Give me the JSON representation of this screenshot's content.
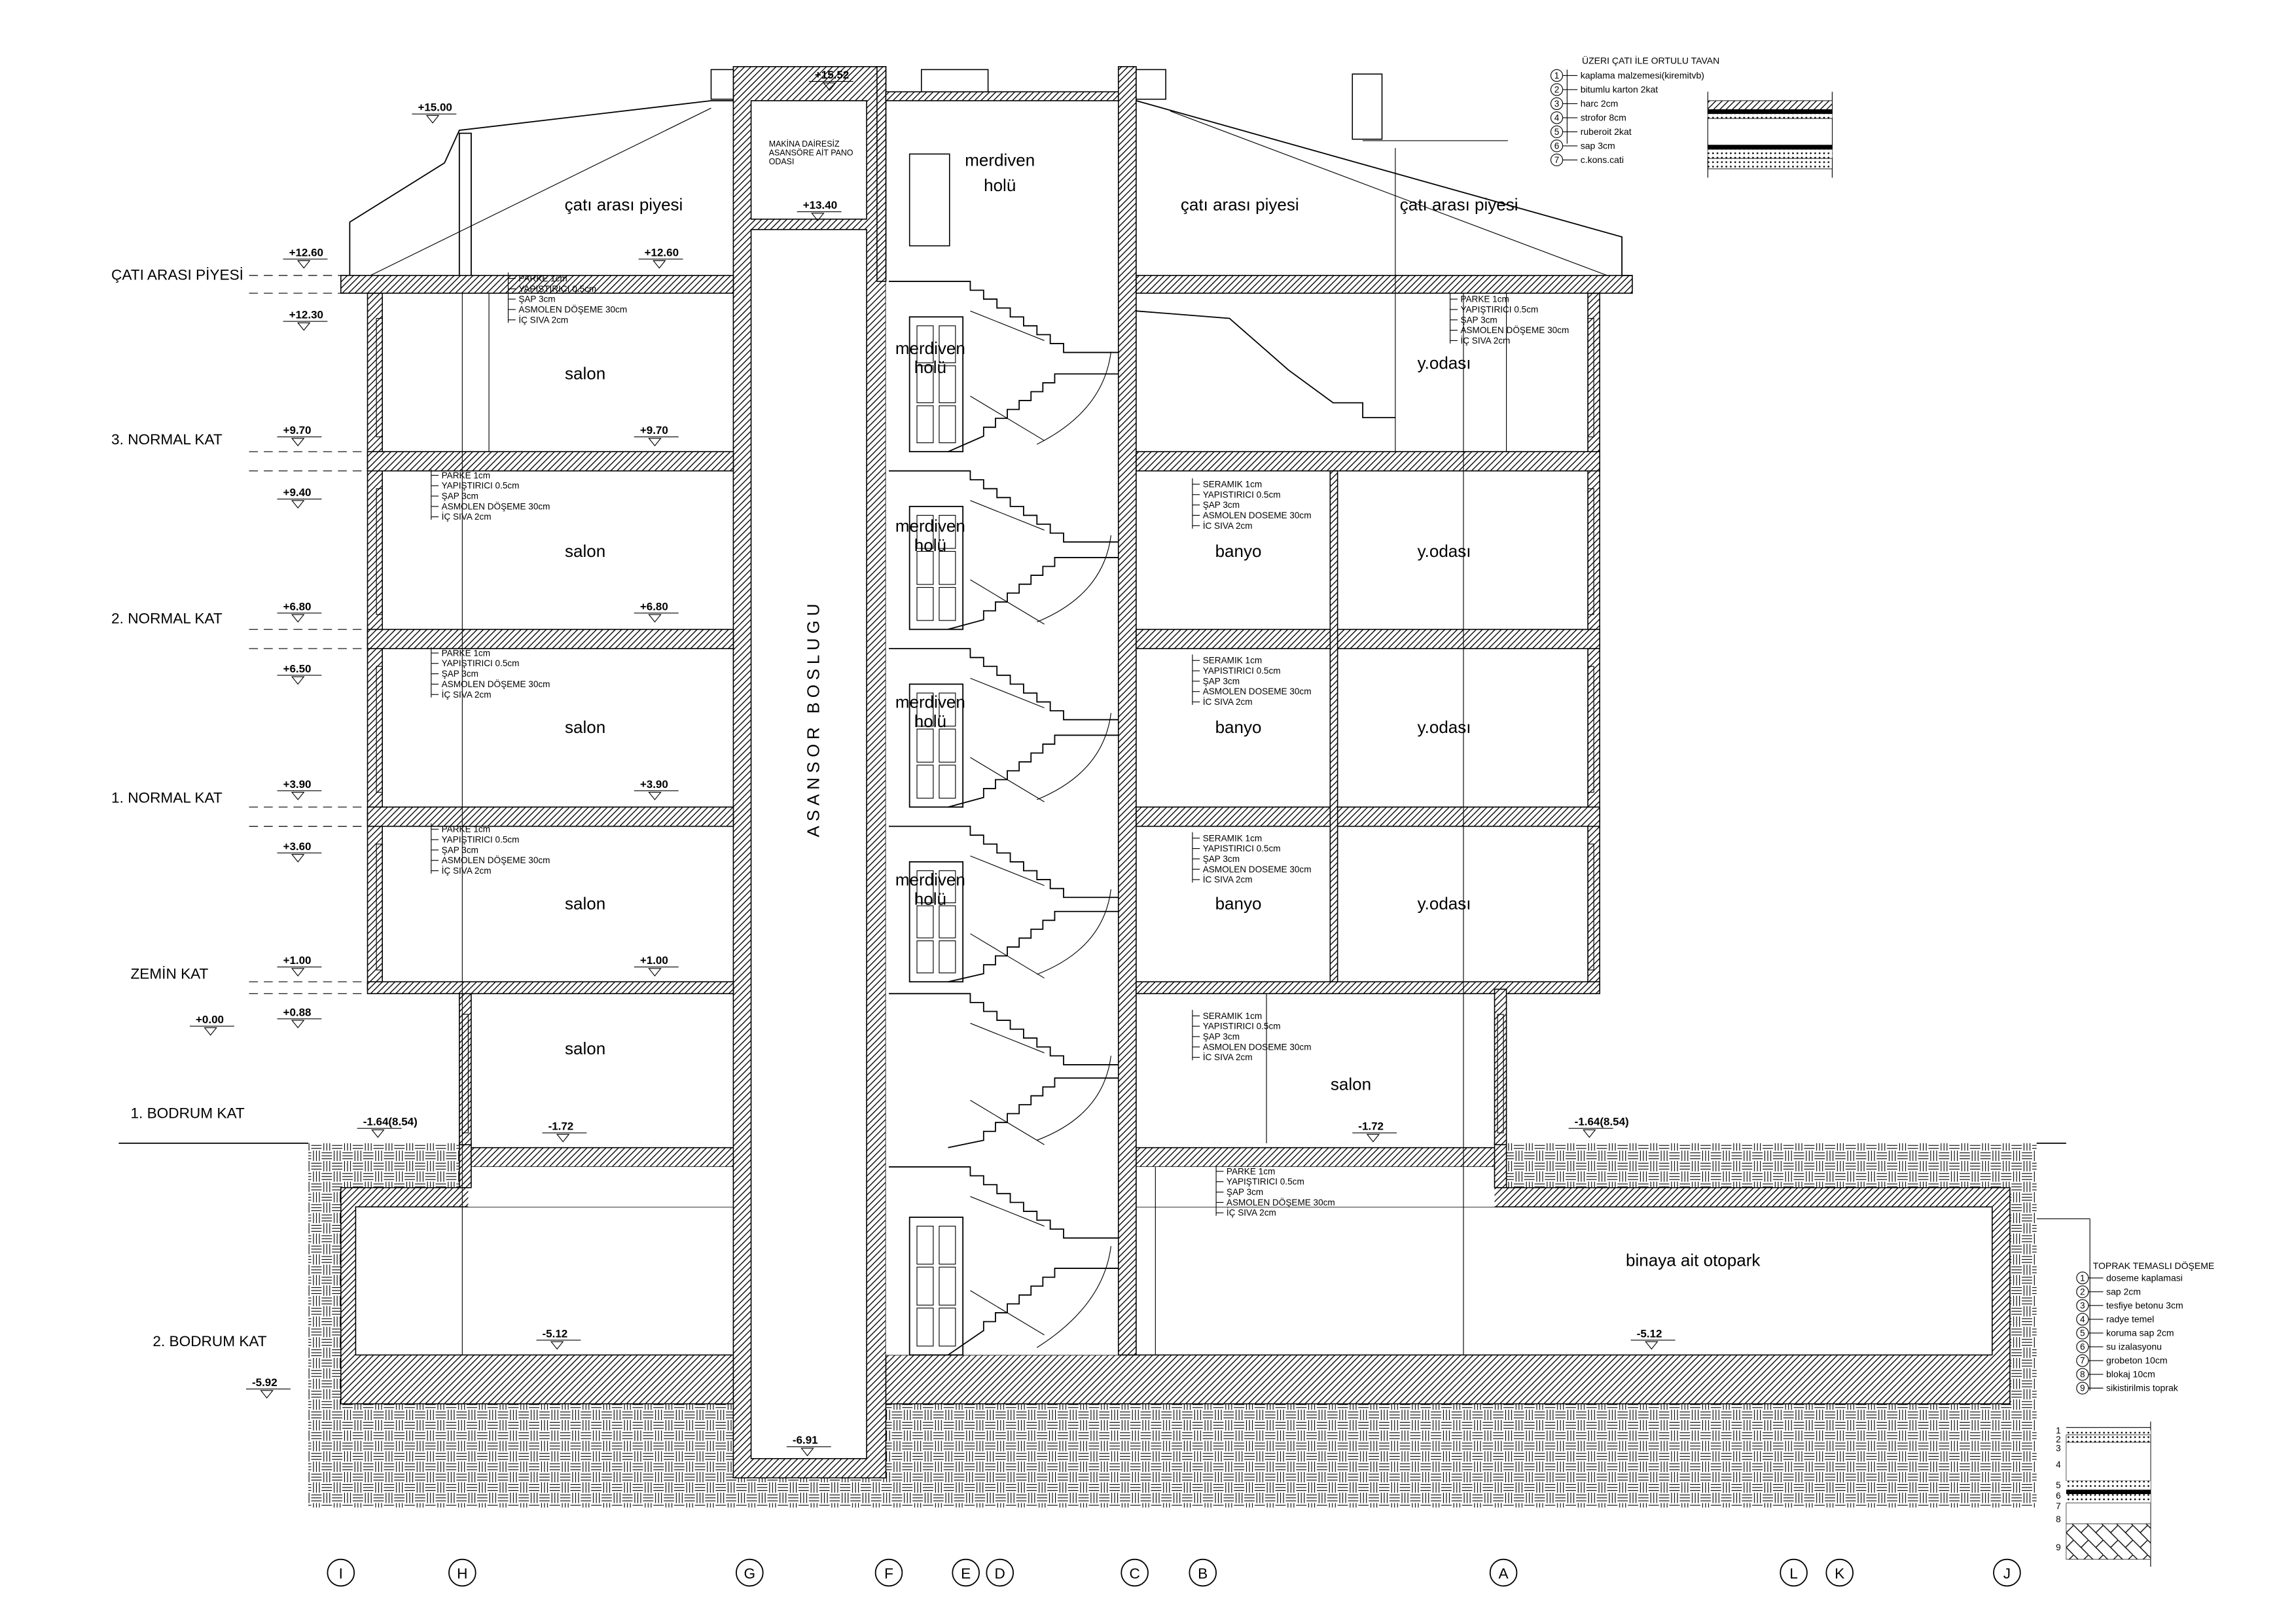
{
  "level_labels": [
    "ÇATI ARASI PİYESİ",
    "3. NORMAL KAT",
    "2. NORMAL KAT",
    "1. NORMAL KAT",
    "ZEMİN KAT",
    "1. BODRUM KAT",
    "2. BODRUM KAT"
  ],
  "elevations": [
    "+15.00",
    "+15.52",
    "+13.40",
    "+12.60",
    "+12.30",
    "+12.60",
    "+9.70",
    "+9.40",
    "+9.70",
    "+6.80",
    "+6.50",
    "+6.80",
    "+3.90",
    "+3.60",
    "+3.90",
    "+1.00",
    "+0.88",
    "+1.00",
    "+0.00",
    "-1.64(8.54)",
    "-1.72",
    "-1.72",
    "-1.64(8.54)",
    "-5.12",
    "-5.12",
    "-5.92",
    "-6.91"
  ],
  "rooms": {
    "attic": "çatı arası piyesi",
    "stair_hall": [
      "merdiven",
      "holü"
    ],
    "salon": "salon",
    "bath": "banyo",
    "bedroom": "y.odası",
    "parking": "binaya ait otopark",
    "elevator_shaft": "ASANSOR BOSLUGU",
    "machine_room": [
      "MAKİNA DAİRESİZ",
      "ASANSÖRE AİT PANO",
      "ODASI"
    ]
  },
  "notes": {
    "parke": [
      "PARKE 1cm",
      "YAPIŞTIRICI 0.5cm",
      "ŞAP 3cm",
      "ASMOLEN DÖŞEME 30cm",
      "İÇ SIVA 2cm"
    ],
    "seramik": [
      "SERAMIK 1cm",
      "YAPISTIRICI 0.5cm",
      "ŞAP 3cm",
      "ASMOLEN DOSEME 30cm",
      "İC SIVA 2cm"
    ]
  },
  "roof_legend": {
    "title": "ÜZERI ÇATI İLE ORTULU TAVAN",
    "items": [
      "kaplama malzemesi(kiremitvb)",
      "bitumlu karton 2kat",
      "harc 2cm",
      "strofor 8cm",
      "ruberoit 2kat",
      "sap 3cm",
      "c.kons.cati"
    ]
  },
  "ground_legend": {
    "title": "TOPRAK TEMASLI DÖŞEME",
    "items": [
      "doseme kaplamasi",
      "sap  2cm",
      "tesfiye betonu 3cm",
      "radye temel",
      "koruma sap  2cm",
      "su izalasyonu",
      "grobeton 10cm",
      "blokaj 10cm",
      "sikistirilmis toprak"
    ]
  },
  "axes": [
    "I",
    "H",
    "G",
    "F",
    "E",
    "D",
    "C",
    "B",
    "A",
    "L",
    "K",
    "J"
  ]
}
